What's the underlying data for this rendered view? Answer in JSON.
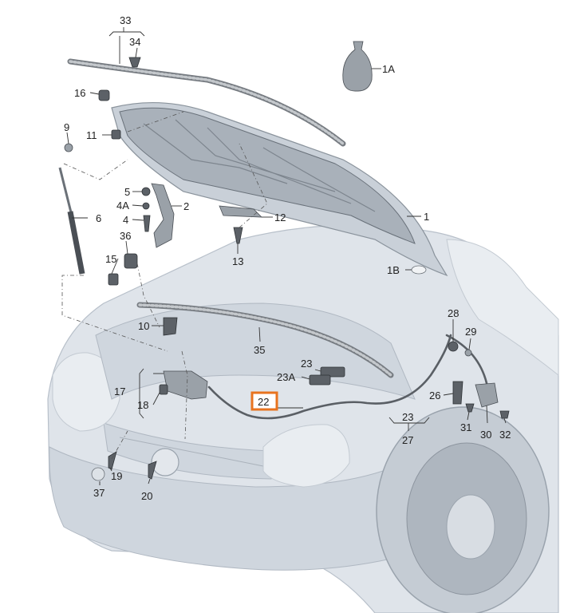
{
  "labels": {
    "p1": "1",
    "p1A": "1A",
    "p1B": "1B",
    "p2": "2",
    "p4": "4",
    "p4A": "4A",
    "p5": "5",
    "p6": "6",
    "p9": "9",
    "p10": "10",
    "p11": "11",
    "p12": "12",
    "p13": "13",
    "p15": "15",
    "p16": "16",
    "p17": "17",
    "p18": "18",
    "p19": "19",
    "p20": "20",
    "p22": "22",
    "p23a": "23",
    "p23A": "23A",
    "p23b": "23",
    "p26": "26",
    "p27": "27",
    "p28": "28",
    "p29": "29",
    "p30": "30",
    "p31": "31",
    "p32": "32",
    "p33": "33",
    "p34": "34",
    "p35": "35",
    "p36": "36",
    "p37": "37"
  },
  "highlight": {
    "label": "22",
    "color": "#e8731f"
  }
}
